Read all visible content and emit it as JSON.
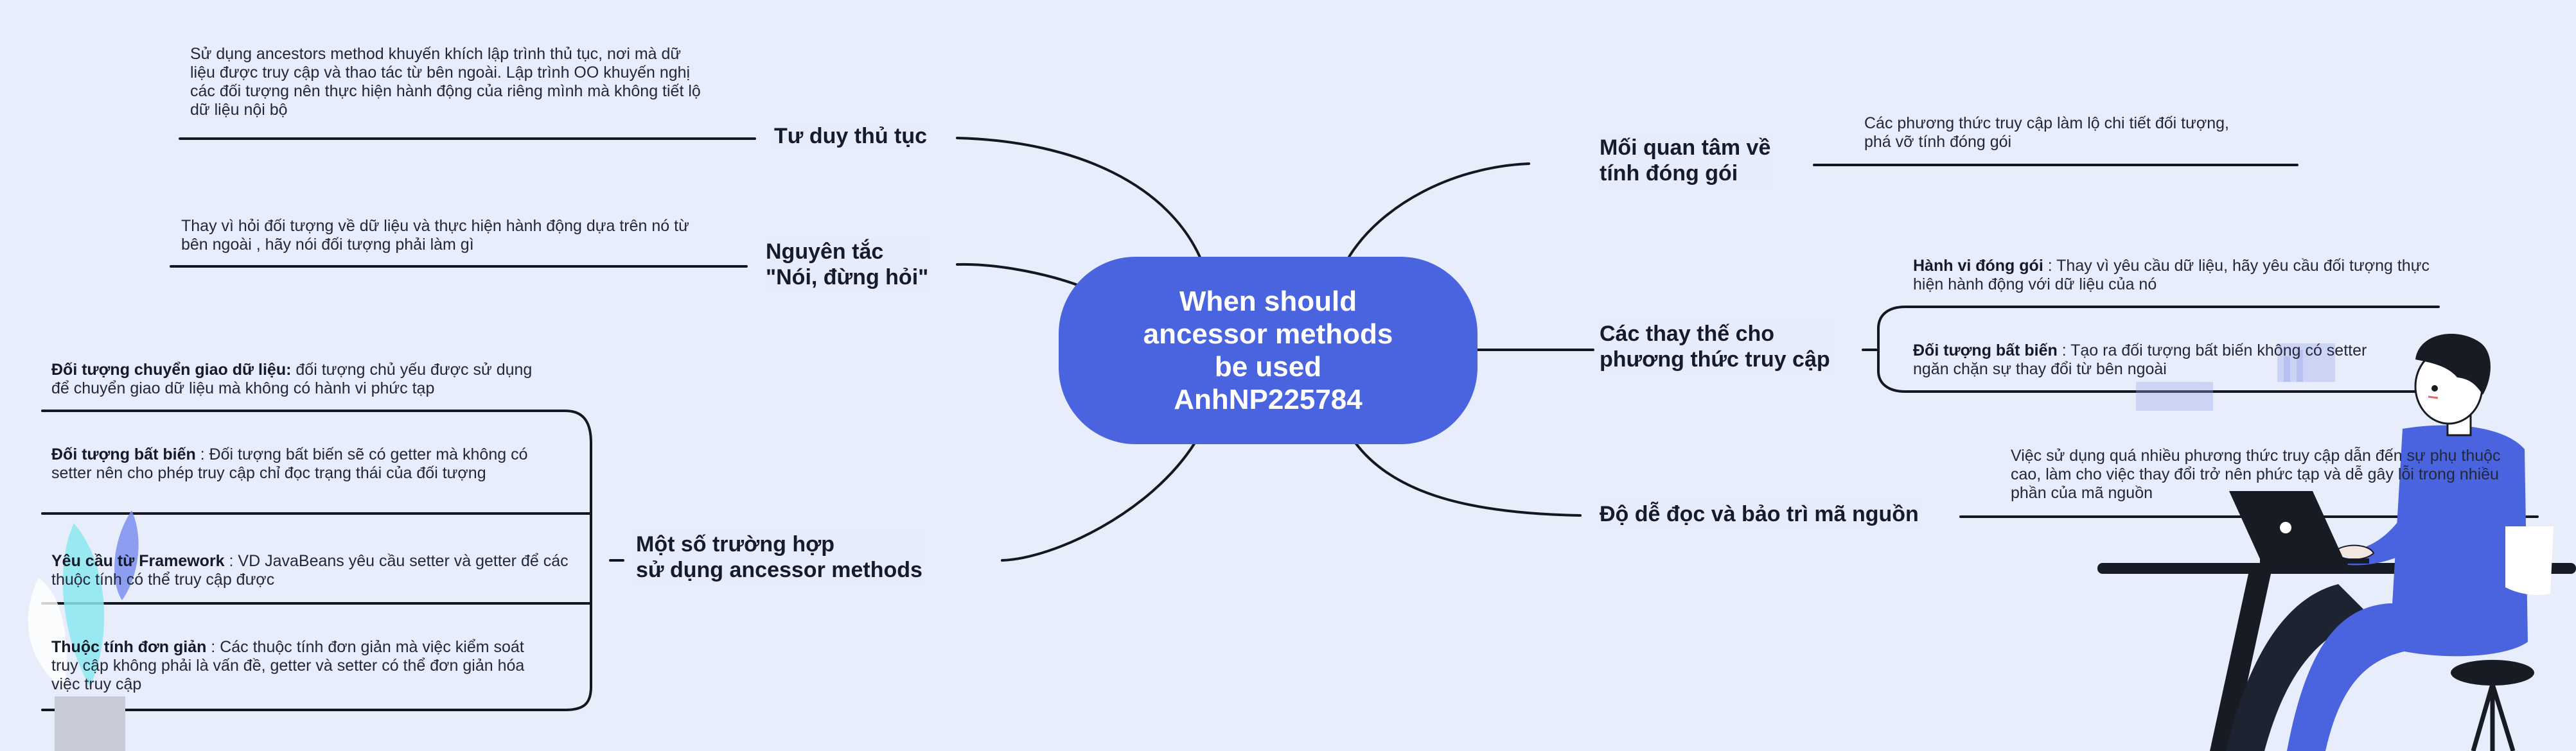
{
  "central_topic": "When should\nancessor methods\nbe used\nAnhNP225784",
  "branches": {
    "procedural": {
      "label": "Tư duy thủ tục",
      "leaf": "Sử dụng ancestors method khuyến khích lập trình thủ tục, nơi mà dữ liệu được truy cập và thao tác từ bên ngoài. Lập trình OO khuyến nghị các đối tượng nên thực hiện hành động của riêng mình mà không tiết lộ dữ liệu nội bộ"
    },
    "tell_dont_ask": {
      "label": "Nguyên tắc\n\"Nói, đừng hỏi\"",
      "leaf": "Thay vì hỏi đối tượng về dữ liệu và thực hiện hành động dựa trên nó từ bên ngoài , hãy nói đối tượng phải làm gì"
    },
    "use_cases": {
      "label": "Một số trường hợp\nsử dụng ancessor methods",
      "items": [
        {
          "title": "Đối tượng chuyển giao dữ liệu:",
          "text": " đối tượng chủ yếu được sử dụng để chuyển giao dữ liệu mà không có hành vi phức tạp"
        },
        {
          "title": "Đối tượng bất biến",
          "text": " : Đối tượng bất biến sẽ có getter mà không có setter nên cho phép truy cập chỉ đọc trạng thái của đối tượng"
        },
        {
          "title": "Yêu cầu từ Framework",
          "text": " : VD JavaBeans yêu cầu setter và getter để các thuộc tính có thể truy cập được"
        },
        {
          "title": "Thuộc tính đơn giản",
          "text": " : Các thuộc tính đơn giản mà việc kiểm soát truy cập không phải là vấn đề, getter và setter có thể đơn giản hóa việc truy cập"
        }
      ]
    },
    "encapsulation": {
      "label": "Mối quan tâm về\ntính đóng gói",
      "leaf": "Các phương thức truy cập làm lộ chi tiết đối tượng, phá vỡ tính đóng gói"
    },
    "alternatives": {
      "label": "Các thay thế cho\nphương thức truy cập",
      "items": [
        {
          "title": "Hành vi đóng gói",
          "text": " : Thay vì yêu cầu dữ liệu, hãy yêu cầu đối tượng thực hiện hành động với dữ liệu của nó"
        },
        {
          "title": "Đối tượng bất biến",
          "text": " : Tạo ra đối tượng bất biến không có setter ngăn chặn sự thay đổi từ bên ngoài"
        }
      ]
    },
    "readability": {
      "label": "Độ dễ đọc và bảo trì mã nguồn",
      "leaf": "Việc sử dụng quá nhiều phương thức truy cập dẫn đến sự phụ thuộc cao, làm cho việc thay đổi trở nên phức tạp và dễ gây lỗi trong nhiều phần của mã nguồn"
    }
  },
  "colors": {
    "background": "#e8edfb",
    "central_fill": "#4a64e0",
    "central_text": "#ffffff",
    "line": "#14171f"
  }
}
